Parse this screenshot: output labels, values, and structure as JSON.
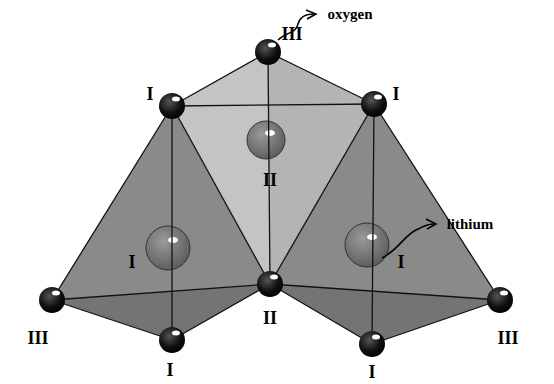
{
  "diagram": {
    "labels": [
      "oxygen",
      "III",
      "I",
      "I",
      "II",
      "lithium",
      "I",
      "II",
      "I",
      "III",
      "I",
      "I",
      "III"
    ]
  }
}
